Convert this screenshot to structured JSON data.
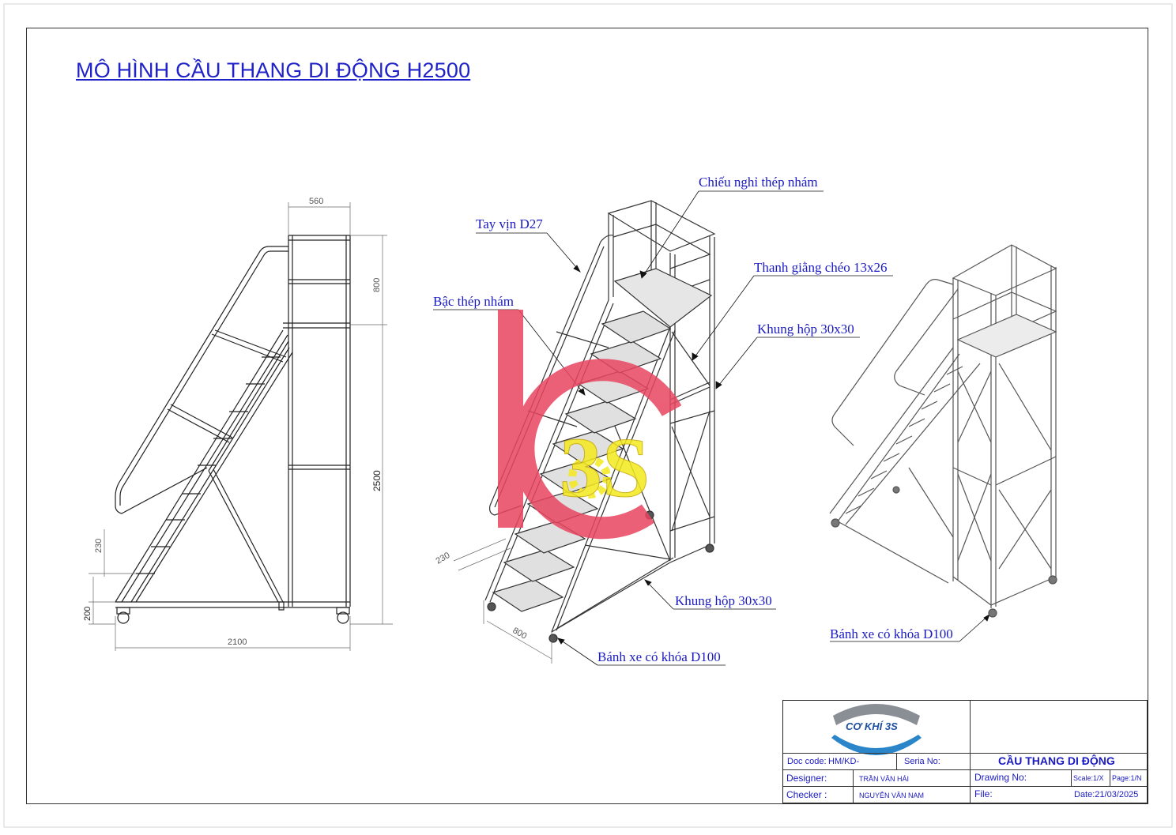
{
  "drawing": {
    "title": "MÔ HÌNH CẦU THANG DI ĐỘNG H2500"
  },
  "side_view": {
    "dimensions": {
      "top_width": "560",
      "platform_height": "800",
      "total_height": "2500",
      "step_pitch": "230",
      "first_step": "200",
      "base_length": "2100"
    }
  },
  "iso_view": {
    "dimensions": {
      "step_pitch": "230",
      "width": "800"
    },
    "callouts": {
      "landing": "Chiếu nghỉ thép nhám",
      "handrail": "Tay vịn D27",
      "diagonal_brace": "Thanh giằng chéo 13x26",
      "tread": "Bậc thép nhám",
      "frame_upper": "Khung hộp 30x30",
      "frame_lower": "Khung hộp 30x30",
      "caster": "Bánh xe có khóa D100"
    }
  },
  "back_view": {
    "callouts": {
      "caster": "Bánh xe có khóa D100"
    }
  },
  "watermark": {
    "text": "3S",
    "colors": {
      "red": "#e8455f",
      "yellow": "#f4ea1c"
    }
  },
  "title_block": {
    "logo_text": "CƠ KHÍ 3S",
    "doc_code_label": "Doc code:",
    "doc_code_value": "HM/KD-",
    "seria_label": "Seria No:",
    "product_name": "CẦU THANG DI ĐỘNG",
    "designer_label": "Designer:",
    "designer_value": "TRẦN VĂN HẢI",
    "drawing_no_label": "Drawing No:",
    "scale": "Scale:1/X",
    "page": "Page:1/N",
    "checker_label": "Checker :",
    "checker_value": "NGUYỄN VĂN NAM",
    "file_label": "File:",
    "date": "Date:21/03/2025"
  },
  "colors": {
    "ink": "#1a1ac0",
    "title": "#1f22c8",
    "line": "#333333"
  }
}
